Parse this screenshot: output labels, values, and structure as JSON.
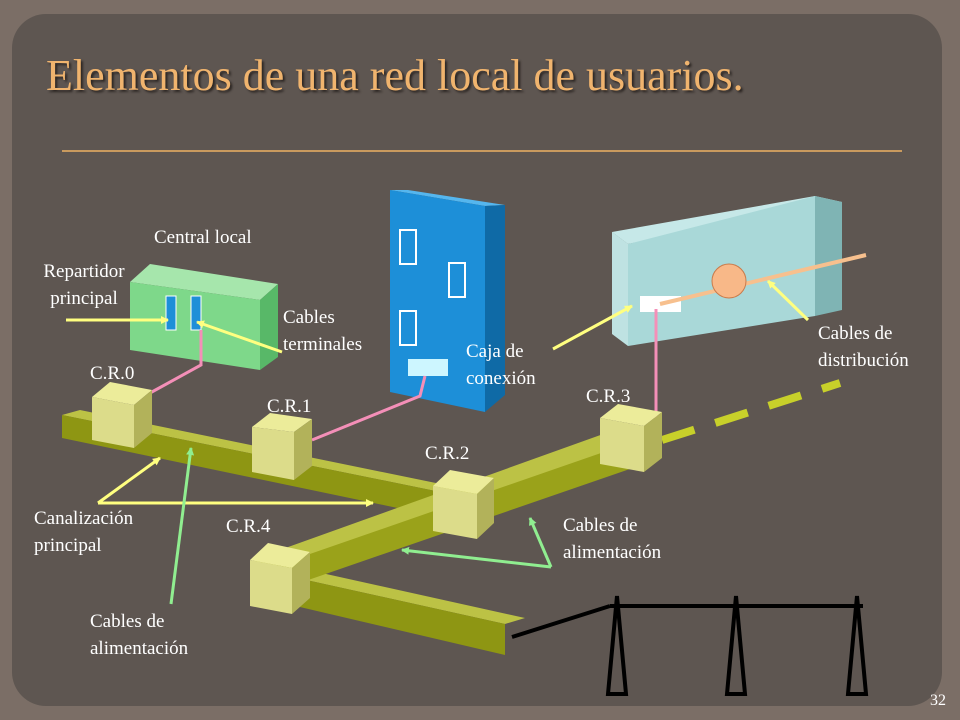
{
  "slide": {
    "title": "Elementos de una red local de usuarios.",
    "page_number": "32"
  },
  "labels": {
    "central_local": "Central local",
    "repartidor_l1": "Repartidor",
    "repartidor_l2": "principal",
    "cables_terminales_l1": "Cables",
    "cables_terminales_l2": "terminales",
    "caja_l1": "Caja de",
    "caja_l2": "conexión",
    "cables_dist_l1": "Cables de",
    "cables_dist_l2": "distribución",
    "cr0": "C.R.0",
    "cr1": "C.R.1",
    "cr2": "C.R.2",
    "cr3": "C.R.3",
    "cr4": "C.R.4",
    "canal_l1": "Canalización",
    "canal_l2": "principal",
    "alim_right_l1": "Cables de",
    "alim_right_l2": "alimentación",
    "alim_left_l1": "Cables de",
    "alim_left_l2": "alimentación"
  },
  "colors": {
    "background": "#5e5651",
    "title": "#f0b46e",
    "conduit": "#8e9613",
    "chamber": "#dcdc8a",
    "central_building": "#7ed88a",
    "tall_building": "#1d8fd8",
    "distribution_building": "#a9d8d8",
    "pink_cable": "#f48fb8",
    "yellow_arrow": "#ffff80",
    "green_arrow": "#90ee90"
  }
}
